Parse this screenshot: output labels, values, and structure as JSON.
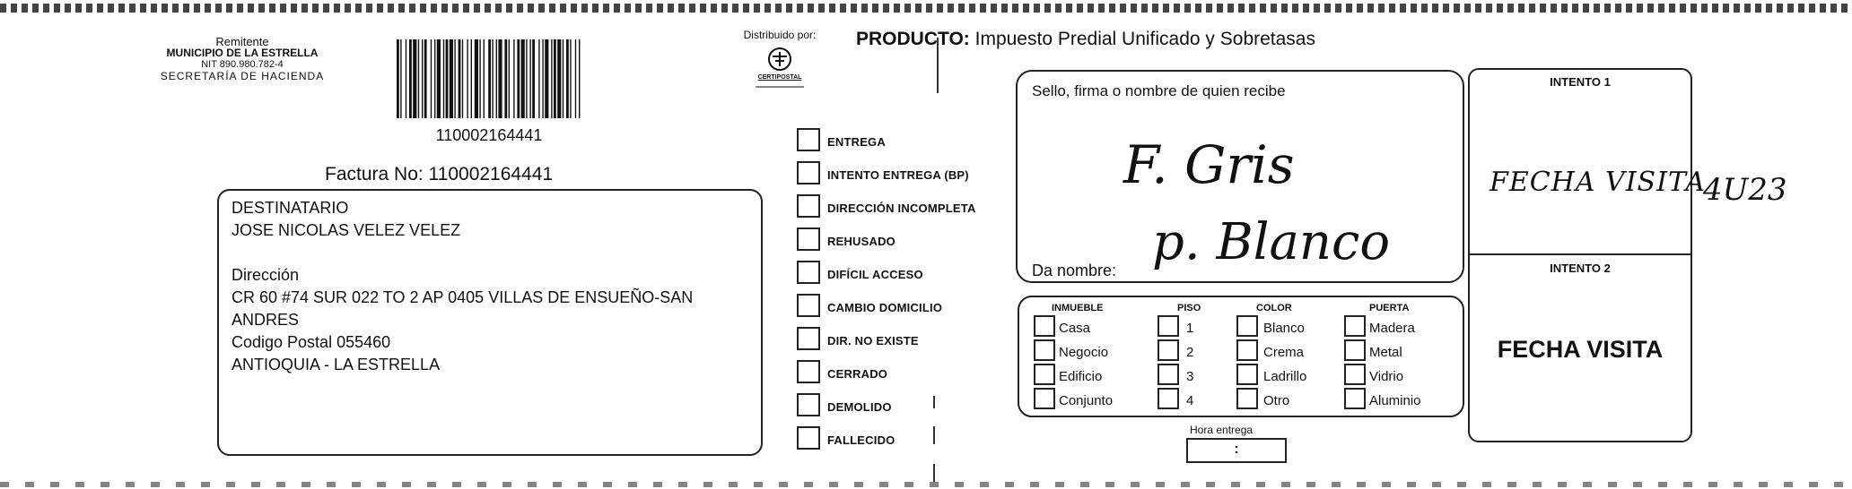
{
  "sender": {
    "label": "Remitente",
    "name": "MUNICIPIO DE LA ESTRELLA",
    "nit": "NIT 890.980.782-4",
    "department": "SECRETARÍA DE HACIENDA"
  },
  "barcode_number": "110002164441",
  "invoice": "Factura No: 110002164441",
  "recipient": {
    "heading": "DESTINATARIO",
    "name": "JOSE NICOLAS VELEZ VELEZ",
    "address_label": "Dirección",
    "address_line1": "CR 60  #74 SUR 022 TO 2 AP 0405 VILLAS DE ENSUEÑO-SAN",
    "address_line2": "ANDRES",
    "postal": "Codigo Postal  055460",
    "city": "ANTIOQUIA - LA ESTRELLA"
  },
  "distributor": {
    "label": "Distribuido por:",
    "brand": "CERTIPOSTAL"
  },
  "product": {
    "label": "PRODUCTO:",
    "value": "Impuesto Predial Unificado y Sobretasas"
  },
  "delivery_status": [
    "ENTREGA",
    "INTENTO ENTREGA (BP)",
    "DIRECCIÓN INCOMPLETA",
    "REHUSADO",
    "DIFÍCIL ACCESO",
    "CAMBIO DOMICILIO",
    "DIR. NO EXISTE",
    "CERRADO",
    "DEMOLIDO",
    "FALLECIDO"
  ],
  "receipt": {
    "label": "Sello, firma o nombre de quien recibe",
    "handwritten_signature": "F. Gris",
    "given_name_label": "Da nombre:",
    "handwritten_name": "p. Blanco"
  },
  "property": {
    "inmueble": {
      "header": "INMUEBLE",
      "options": [
        "Casa",
        "Negocio",
        "Edificio",
        "Conjunto"
      ]
    },
    "piso": {
      "header": "PISO",
      "options": [
        "1",
        "2",
        "3",
        "4"
      ]
    },
    "color": {
      "header": "COLOR",
      "options": [
        "Blanco",
        "Crema",
        "Ladrillo",
        "Otro"
      ]
    },
    "puerta": {
      "header": "PUERTA",
      "options": [
        "Madera",
        "Metal",
        "Vidrio",
        "Aluminio"
      ]
    }
  },
  "hora_entrega": {
    "label": "Hora entrega",
    "value": ":"
  },
  "intento1": {
    "title": "INTENTO 1",
    "handwritten": "FECHA VISITA",
    "handwritten_extra": "4U23"
  },
  "intento2": {
    "title": "INTENTO 2",
    "label": "FECHA VISITA"
  }
}
